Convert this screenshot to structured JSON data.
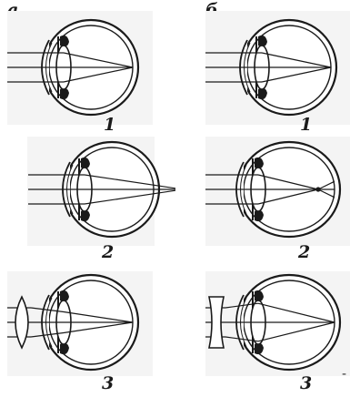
{
  "columns": [
    {
      "label": "а"
    },
    {
      "label": "б"
    }
  ],
  "rows": [
    {
      "number": "1"
    },
    {
      "number": "2"
    },
    {
      "number": "3"
    }
  ],
  "trailing_mark": "-",
  "colors": {
    "ink": "#1a1a1a",
    "background": "#ffffff",
    "panel_tint": "#f2f2f2"
  }
}
